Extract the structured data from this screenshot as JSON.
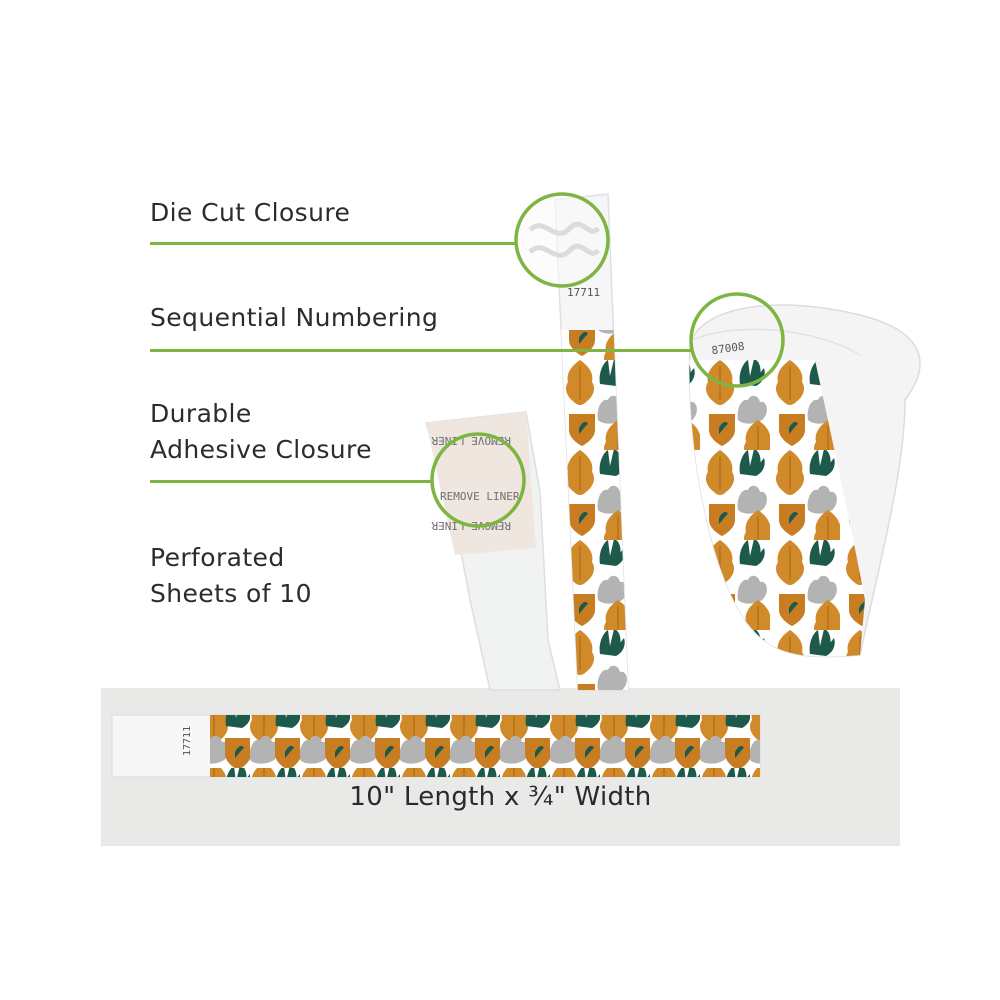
{
  "callouts": {
    "die_cut": "Die Cut Closure",
    "sequential": "Sequential Numbering",
    "durable_1": "Durable",
    "durable_2": "Adhesive Closure",
    "perforated_1": "Perforated",
    "perforated_2": "Sheets of 10"
  },
  "wristband": {
    "serial_vertical": "17711",
    "serial_loop": "87008",
    "serial_flat": "17711",
    "liner_text": "REMOVE LINER"
  },
  "caption": "10\" Length x ¾\" Width",
  "colors": {
    "accent_green": "#7db542",
    "leaf_orange": "#d08a2a",
    "leaf_green": "#1e5a4c",
    "leaf_gray": "#b3b3b3"
  }
}
